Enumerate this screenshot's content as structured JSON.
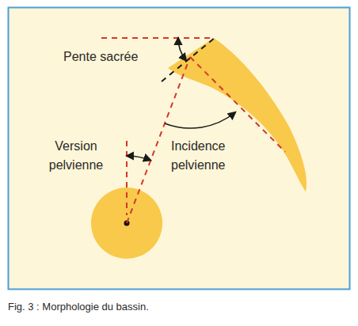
{
  "diagram": {
    "caption": "Fig. 3 : Morphologie du bassin.",
    "labels": [
      "Pente sacrée",
      "Version pelvienne",
      "Incidence pelvienne"
    ]
  }
}
